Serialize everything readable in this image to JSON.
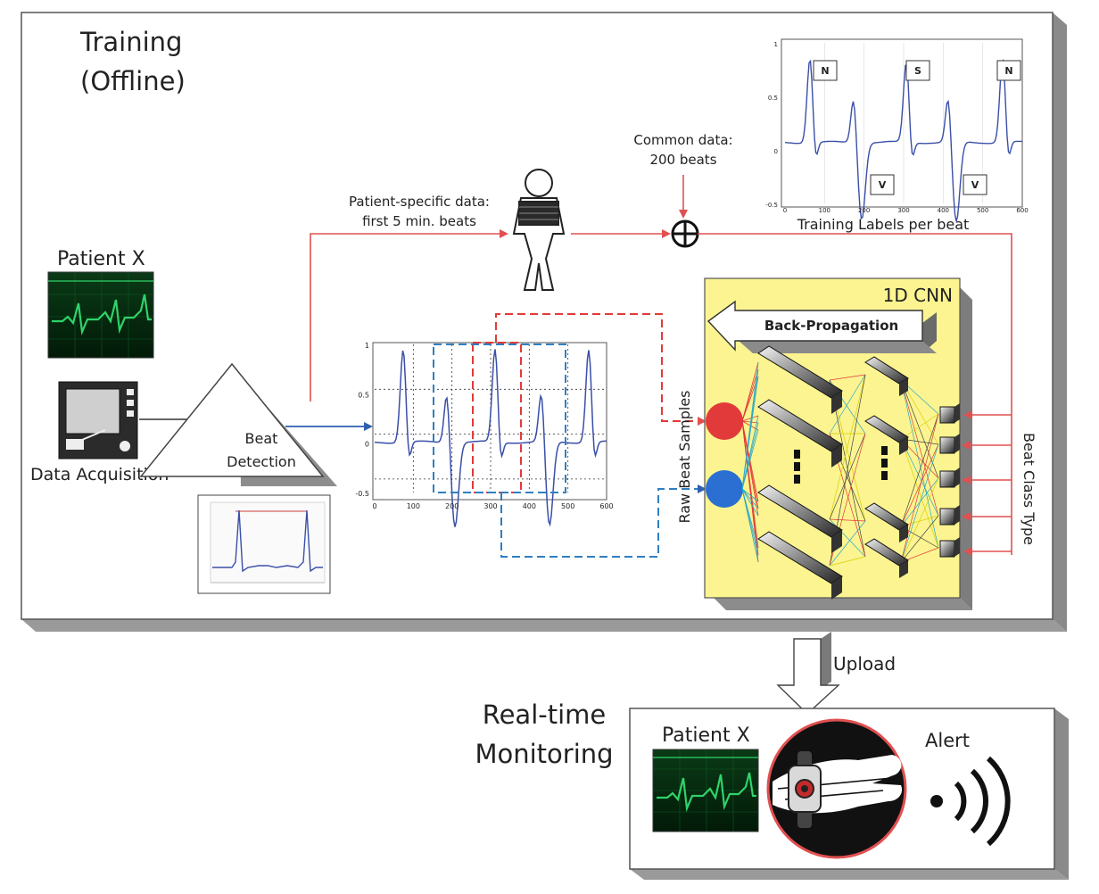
{
  "training": {
    "title_line1": "Training",
    "title_line2": "(Offline)"
  },
  "patient_monitor": {
    "label": "Patient X"
  },
  "acquisition": {
    "label": "Data Acquisition"
  },
  "beat_detection": {
    "line1": "Beat",
    "line2": "Detection"
  },
  "patient_data": {
    "line1": "Patient-specific data:",
    "line2": "first 5 min. beats"
  },
  "common_data": {
    "line1": "Common data:",
    "line2": "200 beats"
  },
  "labels_chart": {
    "caption": "Training Labels per beat",
    "beat_tags": [
      "N",
      "S",
      "N",
      "V",
      "V"
    ],
    "y_ticks": [
      "1",
      "0.5",
      "0",
      "-0.5"
    ],
    "x_ticks": [
      "0",
      "100",
      "200",
      "300",
      "400",
      "500",
      "600"
    ]
  },
  "ecg_chart": {
    "y_ticks": [
      "1",
      "0.5",
      "0",
      "-0.5"
    ],
    "x_ticks": [
      "0",
      "100",
      "200",
      "300",
      "400",
      "500",
      "600"
    ]
  },
  "cnn": {
    "title": "1D CNN",
    "backprop_label": "Back-Propagation",
    "input_label": "Raw Beat Samples",
    "output_label": "Beat Class Type"
  },
  "upload": {
    "label": "Upload"
  },
  "realtime": {
    "title_line1": "Real-time",
    "title_line2": "Monitoring",
    "patient_label": "Patient X",
    "alert_label": "Alert"
  },
  "colors": {
    "training_red": "#e05050",
    "validation_blue": "#2f7fc1",
    "cnn_yellow": "#fbf490",
    "ecg_blue": "#3a4fa8",
    "monitor_green": "#2fd36a",
    "input_red": "#e23a3a",
    "input_blue": "#2a6fd1"
  }
}
